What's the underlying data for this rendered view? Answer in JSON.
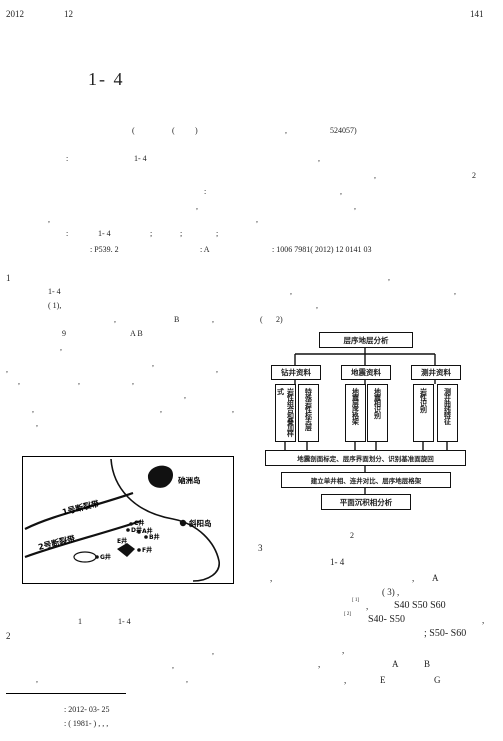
{
  "header": {
    "year": "2012",
    "issue": "12",
    "page": "141"
  },
  "title": "1- 4",
  "affiliation": {
    "p1": "(",
    "p2": "(",
    "p3": ")",
    "comma": ",",
    "postcode": "524057)"
  },
  "abstract": {
    "l1a": ":",
    "l1b": "1- 4",
    "l1c": ",",
    "l2a": ",",
    "l2b": "2",
    "l3a": ":",
    "l3b": ",",
    "l4a": ",",
    "l4b": ",",
    "l5a": ",",
    "l5b": ",",
    "keywords": [
      ":",
      "1- 4",
      ";",
      ";",
      ";"
    ],
    "clc": ": P539. 2",
    "doc_code": ": A",
    "article_no": ": 1006    7981( 2012) 12    0141    03"
  },
  "left_col": {
    "s1": "1",
    "r1": "1- 4",
    "r2": "(    1),",
    "r3a": ",",
    "r3b": "B",
    "r3c": ",",
    "r4a": "9",
    "r4b": "A  B",
    "r5": ",",
    "r6": ",",
    "r7a": ",",
    "r7b": ",",
    "r8a": ",",
    "r8b": ",",
    "r9a": ",",
    "r9b": ",",
    "r10a": ",",
    "r10b": ",",
    "r10c": ",",
    "r11": ",",
    "fig1_caption_num": "1",
    "fig1_caption": "1- 4",
    "s2": "2",
    "r12": ",",
    "r13": ",",
    "r14a": ",",
    "r14b": ","
  },
  "right_col": {
    "r1": ",",
    "r2a": ",",
    "r2b": ",",
    "r3": ",",
    "r4a": "(",
    "r4b": "2)",
    "fig2_caption": "2",
    "s3": "3",
    "r5": "1- 4",
    "r6a": ",",
    "r6b": ",",
    "r6c": "A",
    "r7": "(    3) ,",
    "r8a": "[ 1]",
    "r8b": ",",
    "r8c": "S40  S50  S60",
    "r9a": "[ 2]",
    "r9b": "S40- S50",
    "r9c": ",",
    "r10": "; S50-  S60",
    "r11": ",",
    "r12a": ",",
    "r12b": "A",
    "r12c": "B",
    "r13a": ",",
    "r13b": "E",
    "r13c": "G"
  },
  "footnote": {
    "received": ": 2012-  03-  25",
    "author": ":         ( 1981-  ) ,  ,   ,"
  },
  "map": {
    "fault1": "1号断裂带",
    "fault2": "2号断裂带",
    "island1": "硇洲岛",
    "island2": "斜阳岛",
    "wells": [
      "C井",
      "D井",
      "A井",
      "B井",
      "E井",
      "F井",
      "G井"
    ]
  },
  "flowchart": {
    "top": "层序地层分析",
    "col1": "钻井资料",
    "col2": "地震资料",
    "col3": "测井资料",
    "v1": "岩性组合和叠加样式",
    "v2": "特殊岩性标志层",
    "v3": "地震层序格架",
    "v4": "地震相识别",
    "v5": "岩性识别",
    "v6": "测井曲线特征",
    "row1": "地震剖面标定、层序界面划分、识别基准面旋回",
    "row2": "建立单井相、连井对比、层序地层格架",
    "bottom": "平面沉积相分析"
  }
}
